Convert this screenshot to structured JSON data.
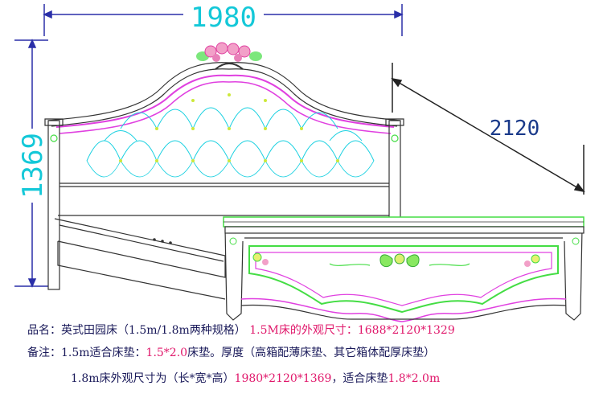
{
  "dimensions": {
    "width": "1980",
    "height": "1369",
    "depth": "2120"
  },
  "notes": {
    "line1_label": "品名：",
    "line1_name": "英式田园床（1.5m/1.8m两种规格）",
    "line1_highlight": "1.5M床的外观尺寸：1688*2120*1329",
    "line2_label": "备注：",
    "line2_text_a": "1.5m适合床垫：",
    "line2_highlight": "1.5*2.0",
    "line2_text_b": "床垫。厚度（高箱配薄床垫、其它箱体配厚床垫）",
    "line3_text_a": "1.8m床外观尺寸为（长*宽*高）",
    "line3_highlight_a": "1980*2120*1369",
    "line3_text_b": "，适合床垫",
    "line3_highlight_b": "1.8*2.0m"
  },
  "colors": {
    "dimension_lines": "#2a2fa8",
    "dimension_text": "#14c8d8",
    "depth_text": "#1a3a8a",
    "tufting": "#18d0e0",
    "headboard_band": "#e040e0",
    "footboard_trim": "#44dd44",
    "highlight": "#e0186b"
  }
}
